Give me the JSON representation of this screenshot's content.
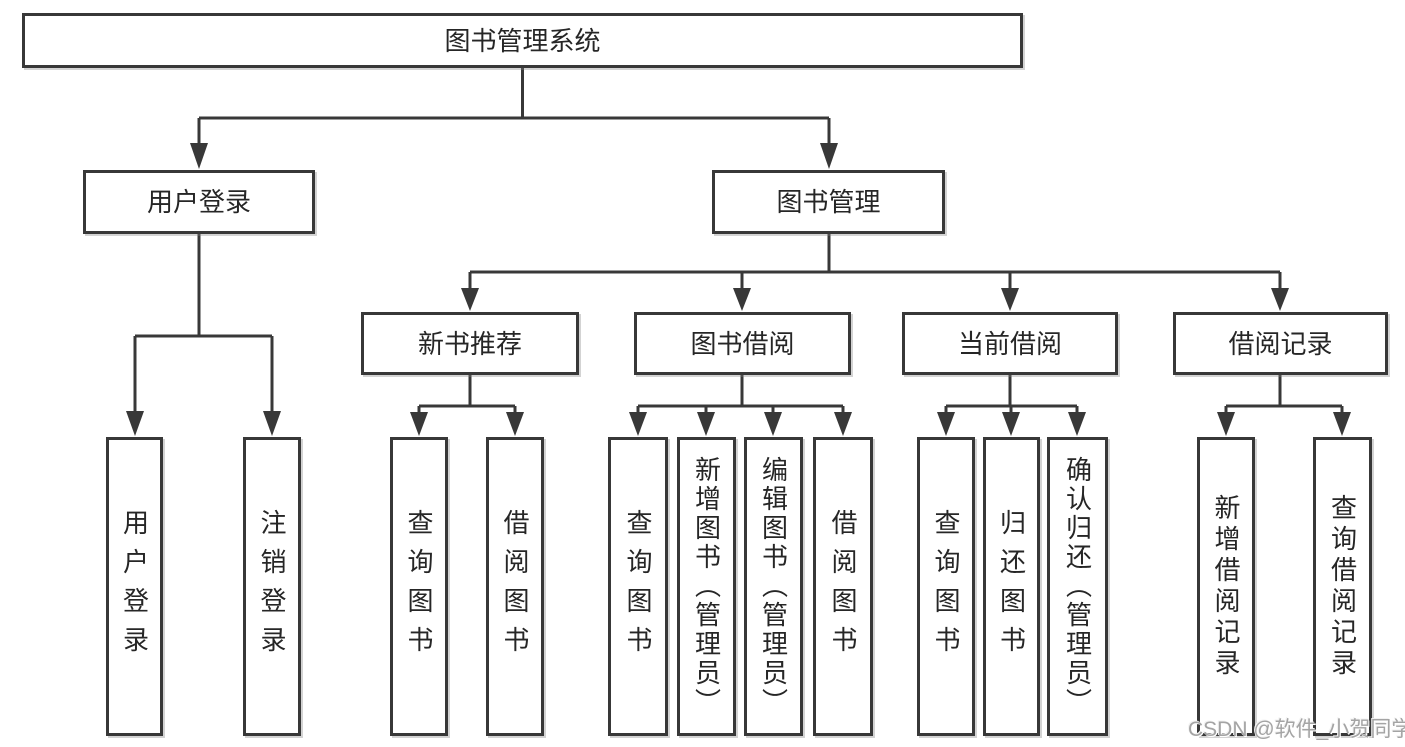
{
  "tree": {
    "root": {
      "label": "图书管理系统",
      "children": [
        {
          "label": "用户登录",
          "children": [
            {
              "label": "用户登录"
            },
            {
              "label": "注销登录"
            }
          ]
        },
        {
          "label": "图书管理",
          "children": [
            {
              "label": "新书推荐",
              "children": [
                {
                  "label": "查询图书"
                },
                {
                  "label": "借阅图书"
                }
              ]
            },
            {
              "label": "图书借阅",
              "children": [
                {
                  "label": "查询图书"
                },
                {
                  "label": "新增图书（管理员）"
                },
                {
                  "label": "编辑图书（管理员）"
                },
                {
                  "label": "借阅图书"
                }
              ]
            },
            {
              "label": "当前借阅",
              "children": [
                {
                  "label": "查询图书"
                },
                {
                  "label": "归还图书"
                },
                {
                  "label": "确认归还（管理员）"
                }
              ]
            },
            {
              "label": "借阅记录",
              "children": [
                {
                  "label": "新增借阅记录"
                },
                {
                  "label": "查询借阅记录"
                }
              ]
            }
          ]
        }
      ]
    }
  },
  "watermark": {
    "text": "CSDN @软件_小贺同学"
  },
  "palette": {
    "line": "#383838",
    "box_border": "#383838",
    "box_fill": "#ffffff",
    "text": "#262626",
    "watermark": "#a4a4a4",
    "background": "#ffffff"
  }
}
